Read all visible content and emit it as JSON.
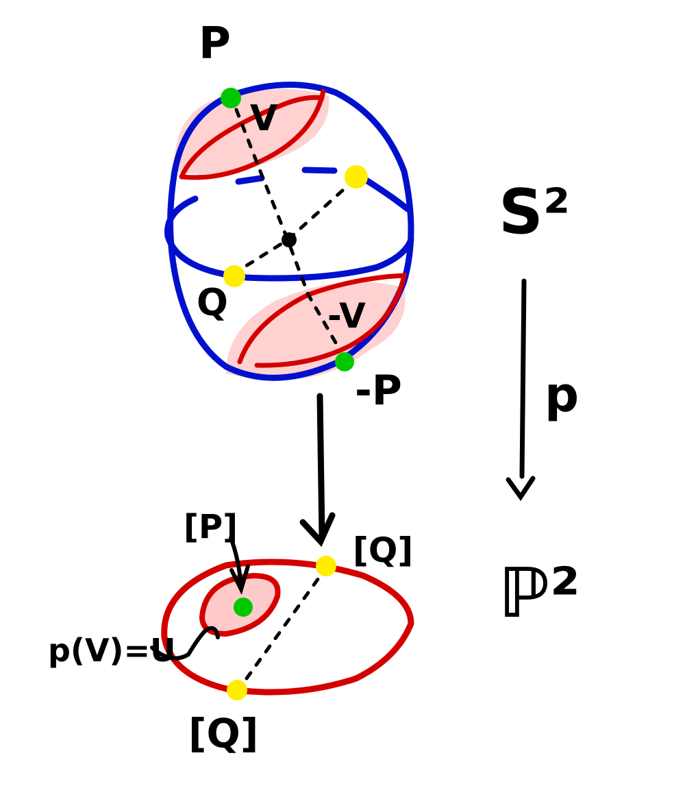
{
  "colors": {
    "sphere": "#0010cc",
    "circle": "#d40000",
    "shade": "#ffb3b3",
    "p_point": "#00c800",
    "q_point": "#ffee00",
    "ink": "#000000"
  },
  "labels": {
    "p": "P",
    "v": "V",
    "q": "Q",
    "neg_v": "-V",
    "neg_p": "-P",
    "s2": "S²",
    "map": "p",
    "p2": "ℙ²",
    "bracket_p": "[P]",
    "bracket_q_top": "[Q]",
    "bracket_q_bottom": "[Q]",
    "pv_u": "p(V)=U"
  }
}
